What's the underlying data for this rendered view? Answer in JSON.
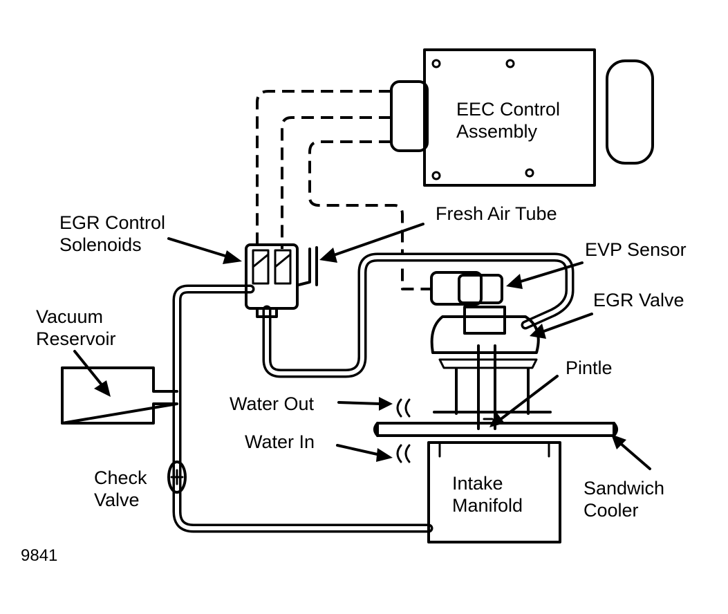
{
  "labels": {
    "eec_control_assembly": "EEC Control\nAssembly",
    "egr_control_solenoids": "EGR Control\nSolenoids",
    "fresh_air_tube": "Fresh Air Tube",
    "evp_sensor": "EVP Sensor",
    "egr_valve": "EGR Valve",
    "vacuum_reservoir": "Vacuum\nReservoir",
    "pintle": "Pintle",
    "water_out": "Water Out",
    "water_in": "Water In",
    "check_valve": "Check\nValve",
    "intake_manifold": "Intake\nManifold",
    "sandwich_cooler": "Sandwich\nCooler",
    "figure_number": "9841"
  }
}
